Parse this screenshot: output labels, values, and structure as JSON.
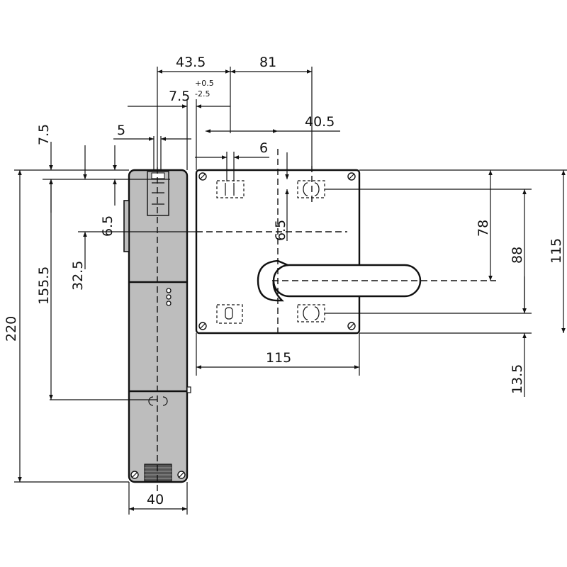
{
  "dimensions": {
    "top_43_5": "43.5",
    "top_81": "81",
    "tol_7_5": "7.5",
    "tol_plus": "+0.5",
    "tol_minus": "-2.5",
    "top_40_5": "40.5",
    "left_7_5": "7.5",
    "left_5": "5",
    "mid_6": "6",
    "left_6_5": "6.5",
    "mid_6_5": "6.5",
    "left_32_5": "32.5",
    "left_155_5": "155.5",
    "left_220": "220",
    "right_78": "78",
    "right_88": "88",
    "right_115": "115",
    "right_13_5": "13.5",
    "bottom_115": "115",
    "bottom_40": "40"
  },
  "colors": {
    "housing_fill": "#bdbdbd",
    "line": "#111111",
    "background": "#ffffff"
  },
  "icons": {
    "screw": "screw-icon",
    "indicator_leds": "led-dots-icon"
  }
}
